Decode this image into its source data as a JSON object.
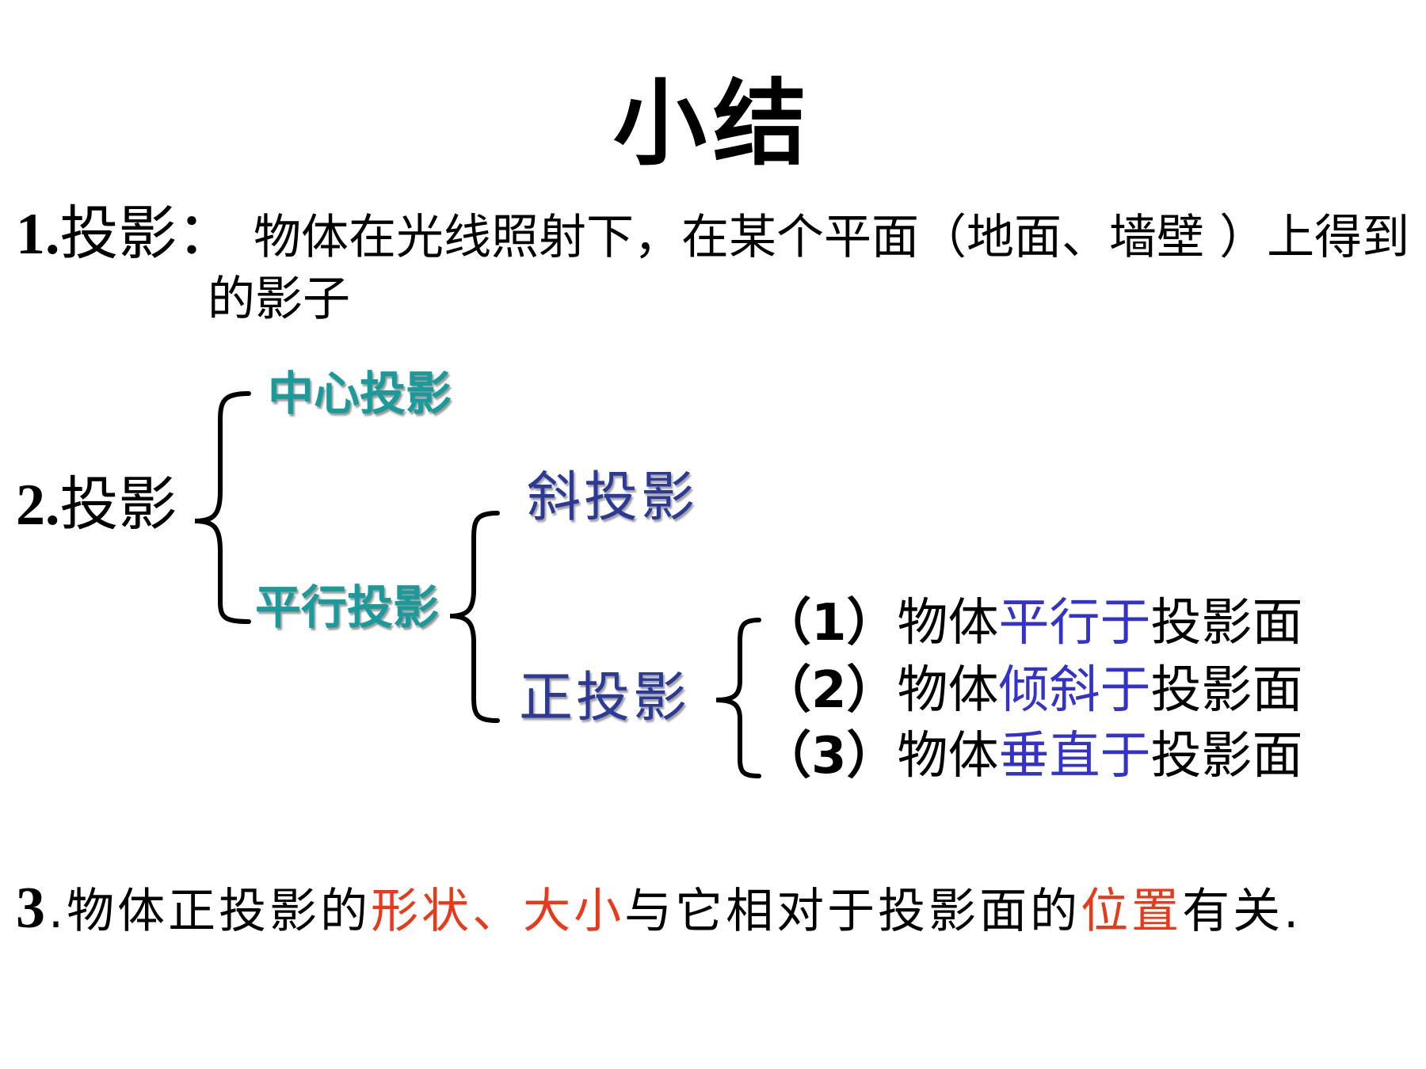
{
  "title": "小结",
  "section1": {
    "num": "1.",
    "label": "投影：",
    "definition_line1": "物体在光线照射下，在某个平面（地面、墙壁 ）上得到",
    "definition_line2": "的影子"
  },
  "section2": {
    "num": "2.",
    "label": "投影",
    "central": "中心投影",
    "parallel": "平行投影",
    "oblique": "斜投影",
    "orthographic": "正投影",
    "cases": [
      {
        "num": "（1）",
        "pre": "物体",
        "highlight": "平行于",
        "post": "投影面"
      },
      {
        "num": "（2）",
        "pre": "物体",
        "highlight": "倾斜于",
        "post": "投影面"
      },
      {
        "num": "（3）",
        "pre": "物体",
        "highlight": "垂直于",
        "post": "投影面"
      }
    ]
  },
  "section3": {
    "num": "3",
    "dot": ".",
    "part1": "物体正投影的",
    "red1": "形状、大小",
    "part2": "与它相对于投影面的",
    "red2": "位置",
    "part3": "有关."
  },
  "colors": {
    "teal": "#1a9a9a",
    "navy": "#2b3a97",
    "highlight_blue": "#3333cc",
    "red": "#e83a1a"
  }
}
